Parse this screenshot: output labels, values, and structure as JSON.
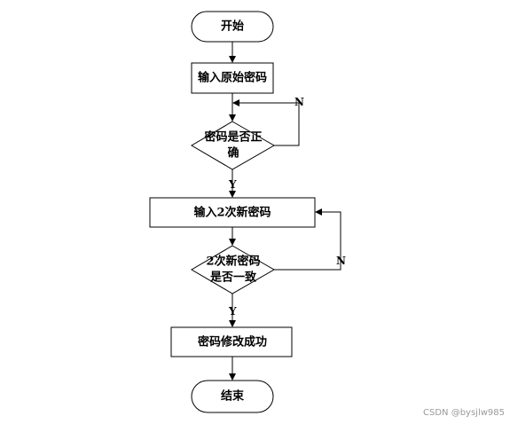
{
  "flowchart": {
    "start": {
      "label": "开始"
    },
    "input_original": {
      "label": "输入原始密码"
    },
    "check_password": {
      "line1": "密码是否正",
      "line2": "确"
    },
    "input_new": {
      "label": "输入2次新密码"
    },
    "check_match": {
      "line1": "2次新密码",
      "line2": "是否一致"
    },
    "success": {
      "label": "密码修改成功"
    },
    "end": {
      "label": "结束"
    }
  },
  "edges": {
    "check_password_no": "N",
    "check_password_yes": "Y",
    "check_match_no": "N",
    "check_match_yes": "Y"
  },
  "watermark": "CSDN @bysjlw985"
}
